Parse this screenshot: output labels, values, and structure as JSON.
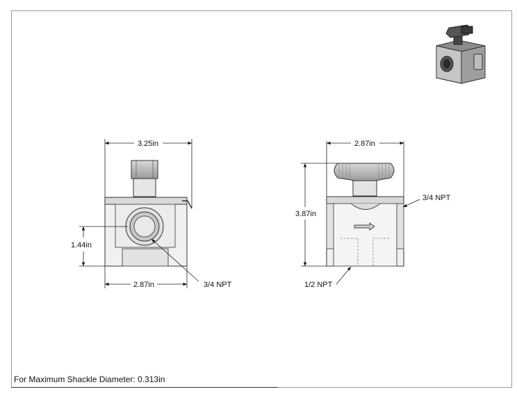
{
  "note": "For Maximum Shackle Diameter: 0.313in",
  "front_view": {
    "width_overall": "3.25in",
    "width_body": "2.87in",
    "port_height": "1.44in",
    "port_callout": "3/4 NPT"
  },
  "side_view": {
    "width_body": "2.87in",
    "height_overall": "3.87in",
    "port_callout_top": "3/4 NPT",
    "port_callout_bottom": "1/2 NPT"
  }
}
